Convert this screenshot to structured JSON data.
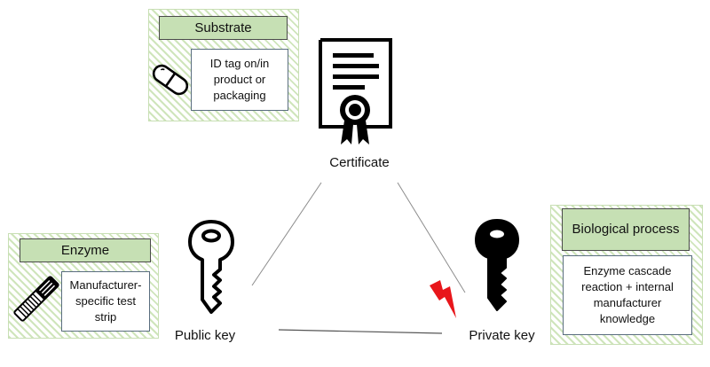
{
  "substrate": {
    "title": "Substrate",
    "text": "ID tag on/in product or packaging"
  },
  "enzyme": {
    "title": "Enzyme",
    "text": "Manufacturer-specific test strip"
  },
  "biological_process": {
    "title": "Biological process",
    "text": "Enzyme cascade reaction + internal manufacturer knowledge"
  },
  "certificate": {
    "label": "Certificate"
  },
  "public_key": {
    "label": "Public key"
  },
  "private_key": {
    "label": "Private key"
  },
  "colors": {
    "green_fill": "#c6e0b4",
    "hatch": "#cfe5bb",
    "lightning": "#e8161b",
    "key_black": "#000000"
  },
  "icons": [
    "pill-icon",
    "test-strip-icon",
    "certificate-icon",
    "public-key-icon",
    "private-key-icon",
    "lightning-icon"
  ]
}
